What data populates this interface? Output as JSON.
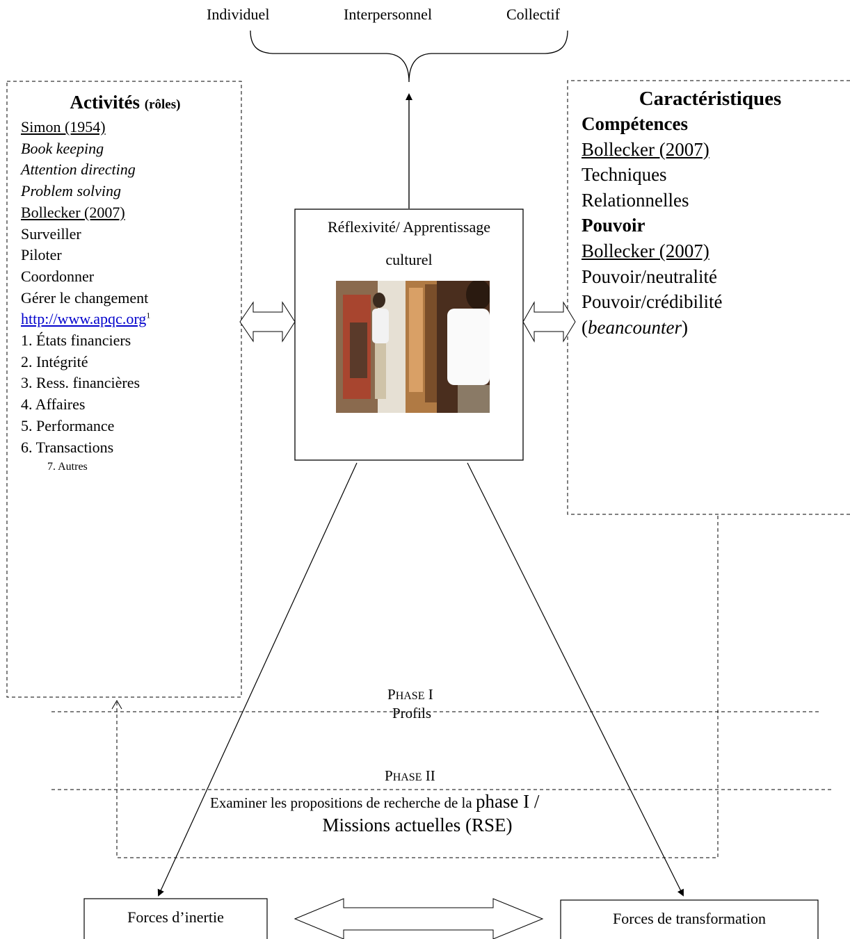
{
  "levels": {
    "individual": "Individuel",
    "interpersonal": "Interpersonnel",
    "collective": "Collectif"
  },
  "left_panel": {
    "title_main": "Activités",
    "title_paren": "(rôles)",
    "lines": [
      {
        "text": "Simon (1954)",
        "style": "underline"
      },
      {
        "text": "Book keeping",
        "style": "italic"
      },
      {
        "text": "Attention directing",
        "style": "italic"
      },
      {
        "text": "Problem solving",
        "style": "italic"
      },
      {
        "text": "Bollecker (2007)",
        "style": "underline"
      },
      {
        "text": "Surveiller",
        "style": "plain"
      },
      {
        "text": "Piloter",
        "style": "plain"
      },
      {
        "text": "Coordonner",
        "style": "plain"
      },
      {
        "text": "Gérer le changement",
        "style": "plain"
      }
    ],
    "link_text": "http://www.apqc.org",
    "footnote_mark": "1",
    "numbered": [
      "1. États financiers",
      "2. Intégrité",
      "3. Ress. financières",
      "4. Affaires",
      "5. Performance",
      "6. Transactions"
    ],
    "last_item": "7. Autres"
  },
  "right_panel": {
    "title": "Caractéristiques",
    "competences_heading": "Compétences",
    "competences_ref": "Bollecker (2007)",
    "competences_items": [
      "Techniques",
      "Relationnelles"
    ],
    "pouvoir_heading": "Pouvoir",
    "pouvoir_ref": "Bollecker (2007)",
    "pouvoir_items": [
      "Pouvoir/neutralité",
      "Pouvoir/crédibilité"
    ],
    "beancounter_open": "(",
    "beancounter": "beancounter",
    "beancounter_close": ")"
  },
  "center_box": {
    "line1": "Réflexivité/ Apprentissage",
    "line2": "culturel",
    "image": "photo-people-in-clothing-store"
  },
  "phases": {
    "phase1_cap": "P",
    "phase1_rest": "HASE",
    "phase1_num": "I",
    "phase1_sub": "Profils",
    "phase2_cap": "P",
    "phase2_rest": "HASE",
    "phase2_num": "II",
    "phase2_line1_a": "Examiner les propositions de recherche de la ",
    "phase2_line1_b": "phase I /",
    "phase2_line2": "Missions actuelles (RSE)"
  },
  "bottom": {
    "inertia": "Forces d’inertie",
    "transformation": "Forces de transformation"
  }
}
